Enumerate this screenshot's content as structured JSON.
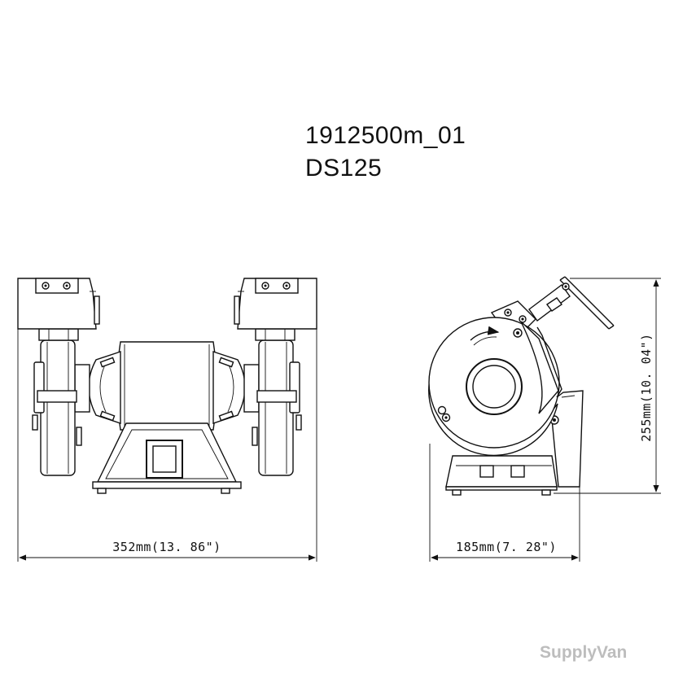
{
  "drawing": {
    "code": "1912500m_01",
    "model": "DS125",
    "width_label": "352mm(13. 86\")",
    "depth_label": "185mm(7. 28\")",
    "height_label": "255mm(10. 04\")"
  },
  "watermark": "SupplyVan"
}
